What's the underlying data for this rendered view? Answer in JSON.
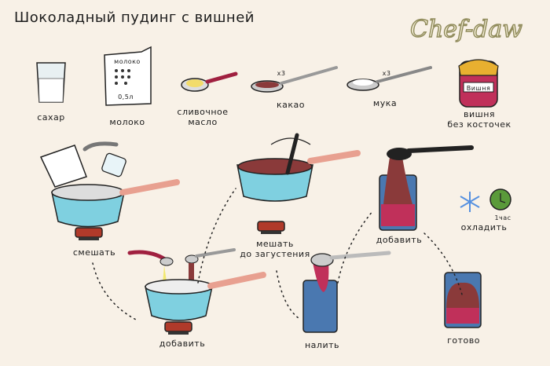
{
  "title": "Шоколадный пудинг с вишней",
  "logo": "Chef-daw",
  "ingredients": [
    {
      "label": "сахар"
    },
    {
      "label": "молоко",
      "package_text": "молоко",
      "volume": "0,5л"
    },
    {
      "label_line1": "сливочное",
      "label_line2": "масло"
    },
    {
      "label": "какао",
      "multiplier": "x3"
    },
    {
      "label": "мука",
      "multiplier": "x3"
    },
    {
      "label_line1": "вишня",
      "label_line2": "без косточек",
      "jar_label": "Вишня"
    }
  ],
  "steps": [
    {
      "label": "смешать"
    },
    {
      "label": "добавить"
    },
    {
      "label_line1": "мешать",
      "label_line2": "до загустения"
    },
    {
      "label": "налить"
    },
    {
      "label": "добавить"
    },
    {
      "label": "охладить",
      "duration": "1час"
    },
    {
      "label": "готово"
    }
  ],
  "colors": {
    "pan": "#7fd0e0",
    "handle": "#e8a090",
    "chocolate": "#8a3a3a",
    "cherry": "#c0305a",
    "glass": "#4a78b0",
    "burner": "#b03a2a",
    "logo": "#8f8a5a"
  }
}
